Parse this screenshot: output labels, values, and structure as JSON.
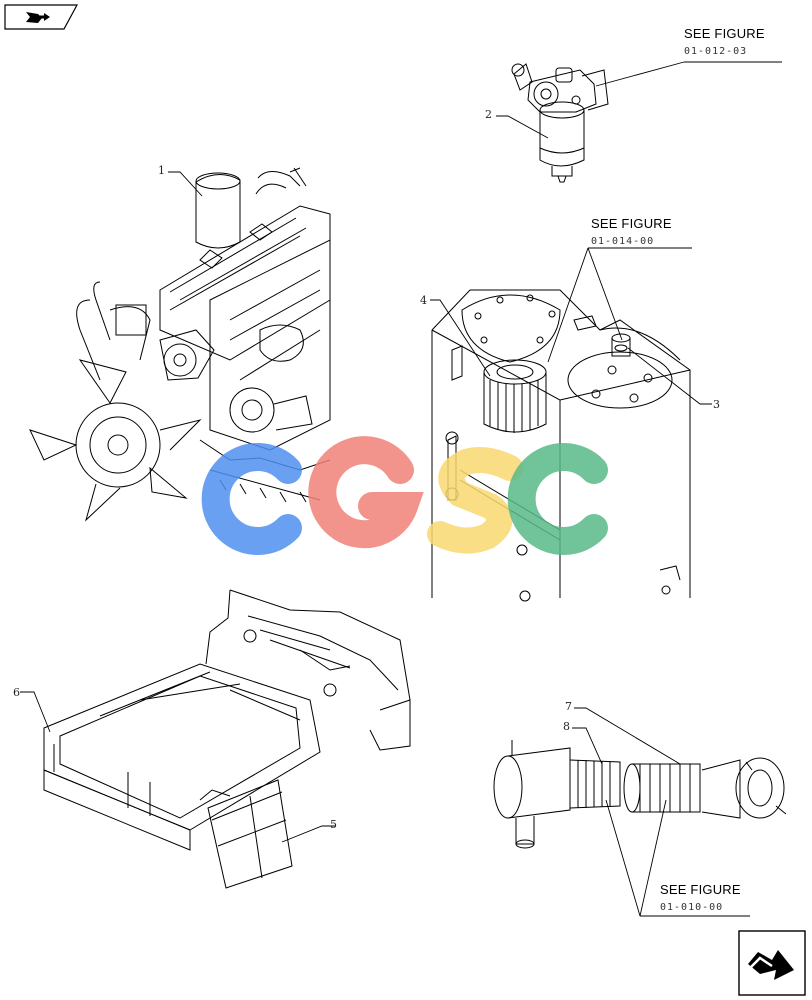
{
  "navigation": {
    "back_icon": "arrow-left-icon",
    "next_icon": "arrow-right-icon"
  },
  "see_figures": [
    {
      "title": "SEE FIGURE",
      "code": "01-012-03"
    },
    {
      "title": "SEE FIGURE",
      "code": "01-014-00"
    },
    {
      "title": "SEE FIGURE",
      "code": "01-010-00"
    }
  ],
  "callouts": [
    "1",
    "2",
    "3",
    "4",
    "5",
    "6",
    "7",
    "8"
  ],
  "watermark": {
    "text": "CGSC",
    "colors": [
      "#4f8ff0",
      "#f08078",
      "#f8d870",
      "#58b888"
    ]
  }
}
